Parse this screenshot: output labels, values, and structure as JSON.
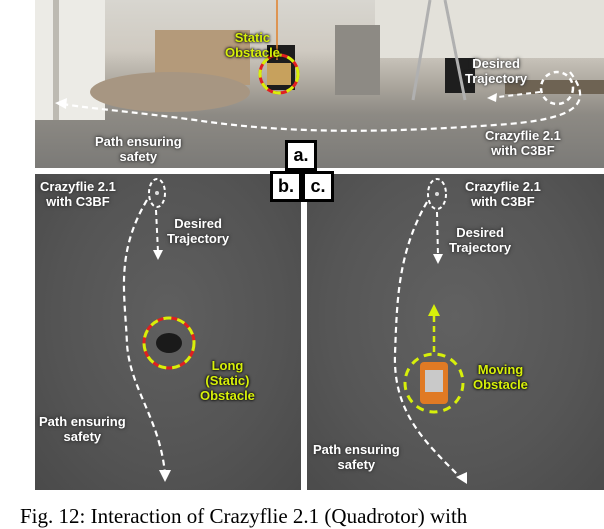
{
  "panel_a": {
    "static_obstacle": "Static\nObstacle",
    "desired_trajectory": "Desired\nTrajectory",
    "path_ensuring_safety": "Path ensuring\nsafety",
    "crazyflie": "Crazyflie 2.1\nwith C3BF"
  },
  "panel_b": {
    "crazyflie": "Crazyflie 2.1\nwith C3BF",
    "desired_trajectory": "Desired\nTrajectory",
    "obstacle": "Long\n(Static)\nObstacle",
    "path_ensuring_safety": "Path ensuring\nsafety"
  },
  "panel_c": {
    "crazyflie": "Crazyflie 2.1\nwith C3BF",
    "desired_trajectory": "Desired\nTrajectory",
    "obstacle": "Moving\nObstacle",
    "path_ensuring_safety": "Path ensuring\nsafety"
  },
  "panel_labels": {
    "a": "a.",
    "b": "b.",
    "c": "c."
  },
  "caption": "Fig. 12: Interaction of Crazyflie 2.1 (Quadrotor) with",
  "colors": {
    "obstacle_red": "#e02020",
    "obstacle_yellow": "#d7f00a",
    "arrow_white": "#ffffff"
  }
}
